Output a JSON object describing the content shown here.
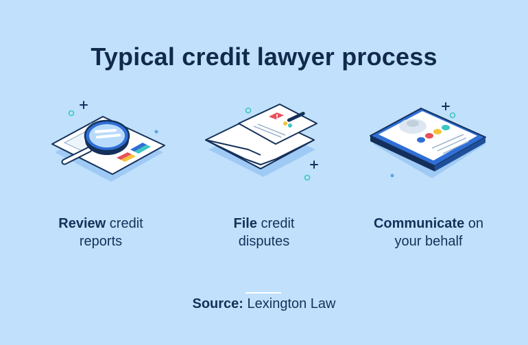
{
  "title": "Typical credit lawyer process",
  "steps": [
    {
      "bold": "Review",
      "rest": " credit",
      "line2": "reports",
      "icon": "magnifier-credit-report-icon"
    },
    {
      "bold": "File",
      "rest": " credit",
      "line2": "disputes",
      "icon": "envelope-dispute-letter-icon"
    },
    {
      "bold": "Communicate",
      "rest": " on",
      "line2": "your behalf",
      "icon": "tablet-profile-icon"
    }
  ],
  "source": {
    "label": "Source:",
    "value": " Lexington Law"
  },
  "colors": {
    "background": "#c0e0fb",
    "navy": "#112a4c",
    "accent_blue": "#2f6fd6",
    "red": "#e8505b",
    "yellow": "#f5c33b",
    "teal": "#3cc7c3"
  }
}
